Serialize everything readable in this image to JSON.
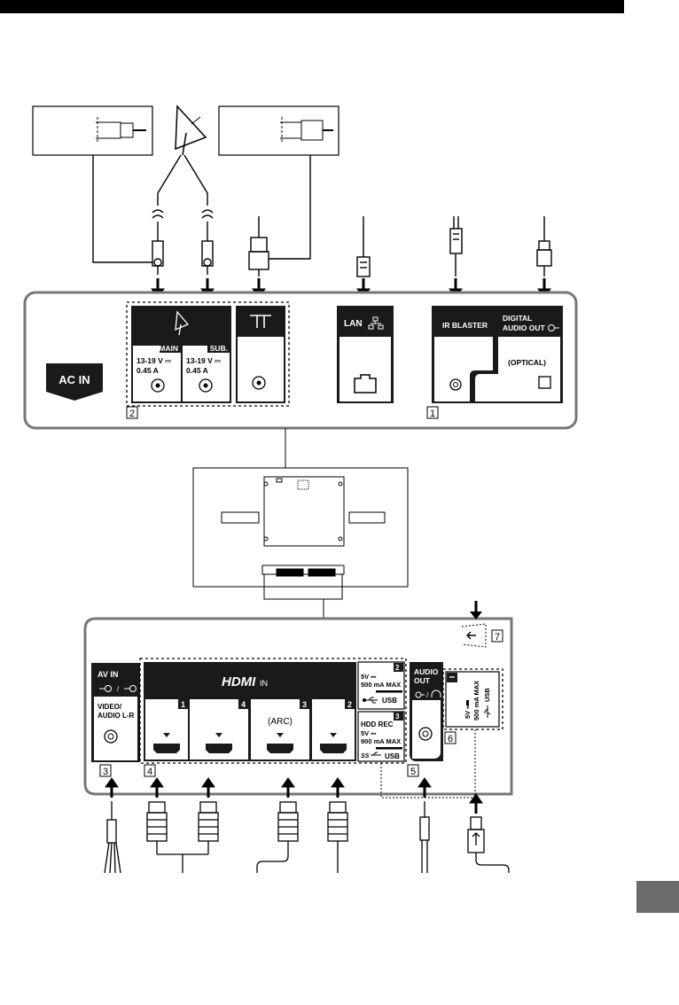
{
  "ports_top": {
    "ac_in": "AC IN",
    "sat_main_voltage": "13-19 V ⎓",
    "sat_main_current": "0.45 A",
    "sat_main_label": "MAIN",
    "sat_sub_voltage": "13-19 V ⎓",
    "sat_sub_current": "0.45 A",
    "sat_sub_label": "SUB.",
    "lan": "LAN",
    "ir_blaster": "IR BLASTER",
    "digital_audio_line1": "DIGITAL",
    "digital_audio_line2": "AUDIO OUT",
    "optical": "(OPTICAL)"
  },
  "ports_bottom": {
    "av_in": "AV IN",
    "video_audio_line1": "VIDEO/",
    "video_audio_line2": "AUDIO L-R",
    "hdmi_brand": "HDMI",
    "hdmi_in": "IN",
    "hdmi_arc": "(ARC)",
    "hdmi_port_numbers": [
      "1",
      "4",
      "3",
      "2"
    ],
    "usb2_number": "2",
    "usb2_voltage": "5V ⎓",
    "usb2_current": "500 mA MAX",
    "usb2_label": "USB",
    "usb3_number": "3",
    "usb3_title": "HDD REC",
    "usb3_voltage": "5V ⎓",
    "usb3_current": "900 mA MAX",
    "usb3_label": "USB",
    "audio_out_line1": "AUDIO",
    "audio_out_line2": "OUT",
    "usb1_voltage": "5V ⎓",
    "usb1_current": "500 mA MAX",
    "usb1_label": "USB"
  },
  "callouts": [
    "1",
    "2",
    "3",
    "4",
    "5",
    "6",
    "7"
  ],
  "colors": {
    "panel_black": "#1a1a1a",
    "line": "#000000",
    "tab_gray": "#6b6b6b"
  }
}
